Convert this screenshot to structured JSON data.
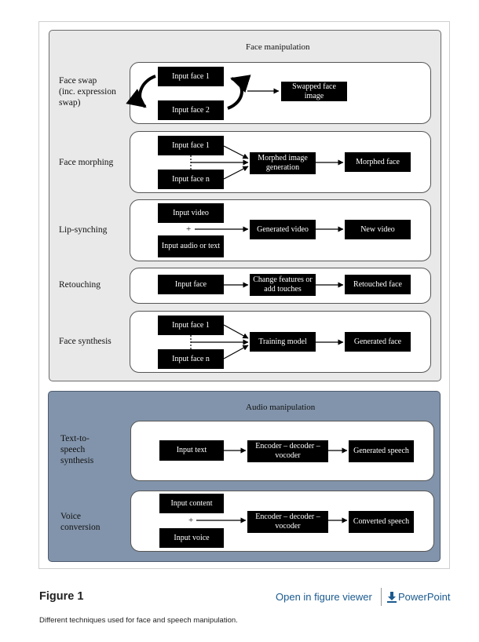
{
  "figure": {
    "face_panel_title": "Face manipulation",
    "audio_panel_title": "Audio manipulation",
    "rows": {
      "face_swap": {
        "label_lines": [
          "Face swap",
          "(inc. expression",
          "swap)"
        ],
        "boxes": [
          "Input face 1",
          "Input face 2",
          "Swapped face image"
        ]
      },
      "face_morphing": {
        "label": "Face morphing",
        "boxes": [
          "Input face 1",
          "Input face n",
          "Morphed image generation",
          "Morphed face"
        ]
      },
      "lip_synching": {
        "label": "Lip-synching",
        "boxes": [
          "Input video",
          "Input audio or text",
          "Generated video",
          "New video"
        ],
        "plus": "+"
      },
      "retouching": {
        "label": "Retouching",
        "boxes": [
          "Input face",
          "Change features or add touches",
          "Retouched face"
        ]
      },
      "face_synthesis": {
        "label": "Face synthesis",
        "boxes": [
          "Input face 1",
          "Input face n",
          "Training model",
          "Generated face"
        ]
      },
      "tts": {
        "label_lines": [
          "Text-to-",
          "speech",
          "synthesis"
        ],
        "boxes": [
          "Input text",
          "Encoder – decoder – vocoder",
          "Generated speech"
        ]
      },
      "voice_conversion": {
        "label_lines": [
          "Voice",
          "conversion"
        ],
        "boxes": [
          "Input content",
          "Input voice",
          "Encoder – decoder – vocoder",
          "Converted speech"
        ],
        "plus": "+"
      }
    }
  },
  "footer": {
    "figure_label": "Figure 1",
    "open_viewer": "Open in figure viewer",
    "powerpoint": "PowerPoint",
    "caption": "Different techniques used for face and speech manipulation."
  },
  "colors": {
    "link": "#1a5a8f",
    "audio_panel": "#8294ab",
    "face_panel": "#e9e9e9"
  }
}
